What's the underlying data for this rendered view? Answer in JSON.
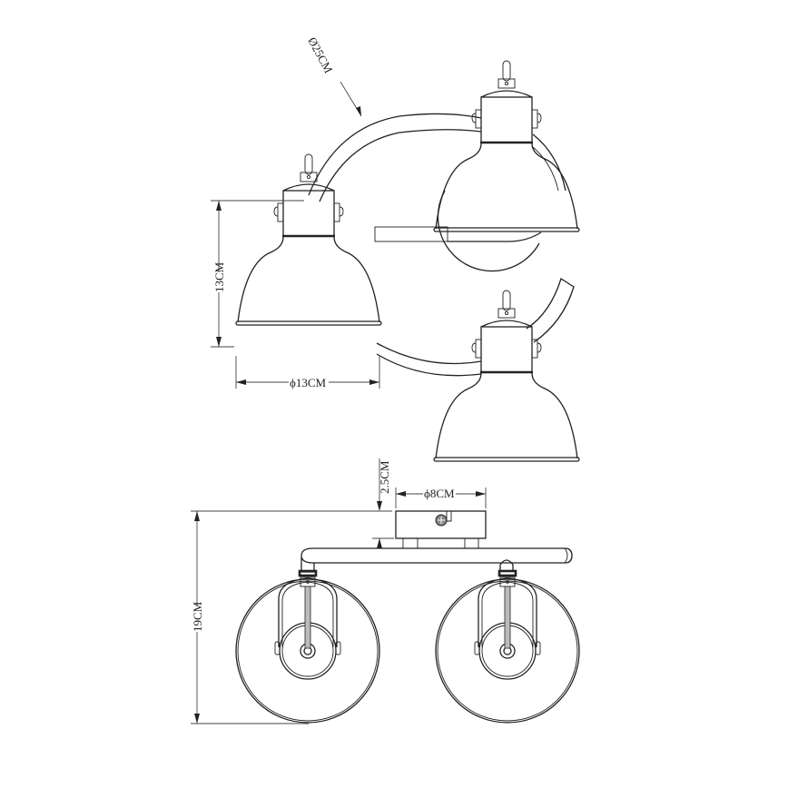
{
  "drawing": {
    "title": "Spotlight fixture dimension drawing",
    "line_color": "#222222",
    "background": "#ffffff"
  },
  "top_view": {
    "arc_diameter_label": "Ø25CM",
    "shade_height_label": "13CM",
    "shade_diameter_label": "ϕ13CM",
    "shade_count": 3
  },
  "front_view": {
    "base_height_label": "2.5CM",
    "base_diameter_label": "ϕ8CM",
    "total_height_label": "19CM",
    "spot_count": 2
  }
}
